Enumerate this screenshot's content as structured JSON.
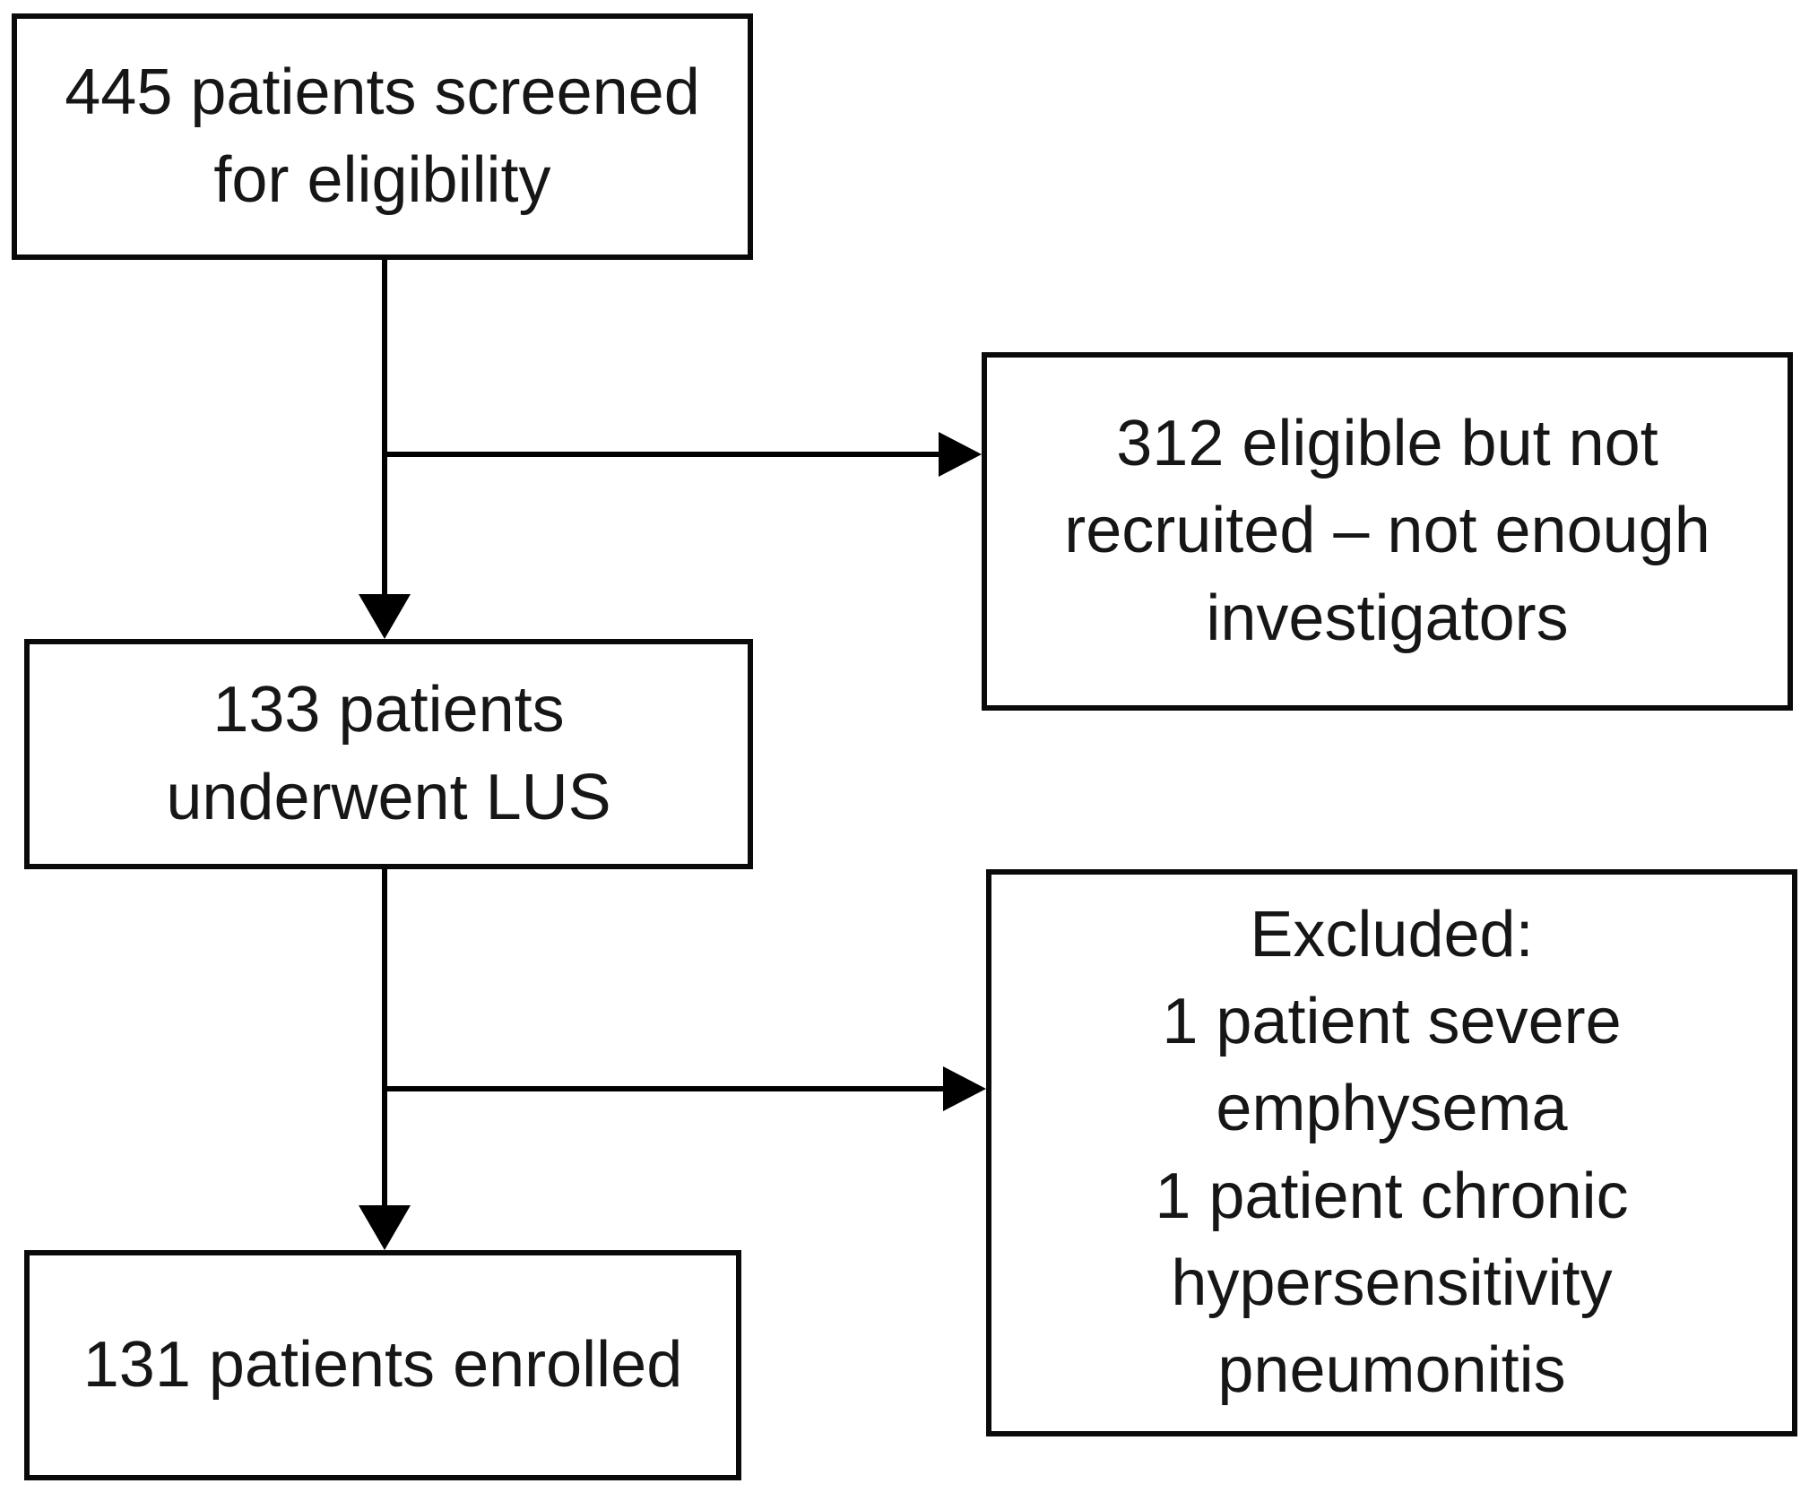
{
  "diagram": {
    "type": "patient-flow-chart",
    "background_color": "#ffffff",
    "line_color": "#000000",
    "text_color": "#161616",
    "boxes": [
      {
        "id": "screened",
        "lines": [
          "445 patients screened",
          "for eligibility"
        ]
      },
      {
        "id": "not-recruited",
        "lines": [
          "312 eligible but not",
          "recruited – not enough",
          "investigators"
        ]
      },
      {
        "id": "underwent-lus",
        "lines": [
          "133 patients",
          "underwent LUS"
        ]
      },
      {
        "id": "excluded",
        "lines": [
          "Excluded:",
          "1 patient severe",
          "emphysema",
          "1 patient chronic",
          "hypersensitivity",
          "pneumonitis"
        ]
      },
      {
        "id": "enrolled",
        "lines": [
          "131 patients enrolled"
        ]
      }
    ],
    "arrows": [
      {
        "from": "screened",
        "to": "underwent-lus",
        "direction": "down"
      },
      {
        "from": "screened",
        "to": "not-recruited",
        "direction": "right"
      },
      {
        "from": "underwent-lus",
        "to": "enrolled",
        "direction": "down"
      },
      {
        "from": "underwent-lus",
        "to": "excluded",
        "direction": "right"
      }
    ]
  }
}
